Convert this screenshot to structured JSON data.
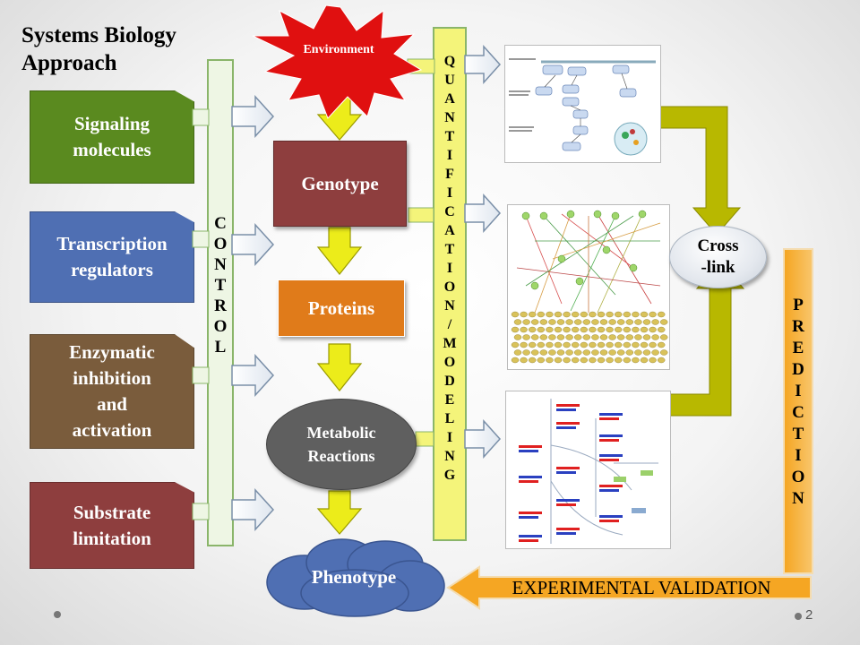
{
  "title": "Systems Biology\nApproach",
  "left_boxes": [
    {
      "label": "Signaling\nmolecules",
      "color": "#5a8a1f"
    },
    {
      "label": "Transcription\nregulators",
      "color": "#4f6fb3"
    },
    {
      "label": "Enzymatic\ninhibition\nand\nactivation",
      "color": "#7a5c3c"
    },
    {
      "label": "Substrate\nlimitation",
      "color": "#8e3e3e"
    }
  ],
  "control_letters": [
    "C",
    "O",
    "N",
    "T",
    "R",
    "O",
    "L"
  ],
  "environment": "Environment",
  "genotype": "Genotype",
  "proteins": "Proteins",
  "metabolic": "Metabolic\nReactions",
  "phenotype": "Phenotype",
  "quant_letters": [
    "Q",
    "U",
    "A",
    "N",
    "T",
    "I",
    "F",
    "I",
    "C",
    "A",
    "T",
    "I",
    "O",
    "N",
    "/",
    "M",
    "O",
    "D",
    "E",
    "L",
    "I",
    "N",
    "G"
  ],
  "crosslink": "Cross\n-link",
  "prediction_letters": [
    "P",
    "R",
    "E",
    "D",
    "I",
    "C",
    "T",
    "I",
    "O",
    "N"
  ],
  "validation": "EXPERIMENTAL VALIDATION",
  "page_number": "2",
  "colors": {
    "genotype": "#8e3e3e",
    "proteins": "#e07b1a",
    "metabolic": "#5f5f5f",
    "phenotype": "#4f6fb3",
    "arrow_yellow": "#ecec1a",
    "arrow_olive": "#b8b800",
    "star_red": "#e01010",
    "prediction_orange": "#f5a623"
  }
}
